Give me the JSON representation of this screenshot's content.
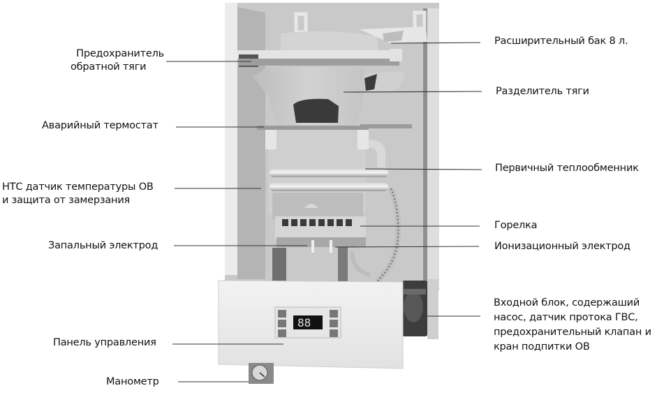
{
  "diagram": {
    "subject": "Gas boiler internal components (front view, cover removed)",
    "left_labels": [
      {
        "id": "draft-safety",
        "lines": [
          "Предохранитель",
          "обратной тяги"
        ]
      },
      {
        "id": "emergency-thermostat",
        "lines": [
          "Аварийный термостат"
        ]
      },
      {
        "id": "ntc-sensor",
        "lines": [
          "НТС датчик температуры ОВ",
          "и защита от замерзания"
        ]
      },
      {
        "id": "ignition-electrode",
        "lines": [
          "Запальный электрод"
        ]
      },
      {
        "id": "control-panel",
        "lines": [
          "Панель управления"
        ]
      },
      {
        "id": "manometer",
        "lines": [
          "Манометр"
        ]
      }
    ],
    "right_labels": [
      {
        "id": "expansion-tank",
        "lines": [
          "Расширительный бак 8 л."
        ]
      },
      {
        "id": "draft-diverter",
        "lines": [
          "Разделитель тяги"
        ]
      },
      {
        "id": "primary-heat-exchanger",
        "lines": [
          "Первичный теплообменник"
        ]
      },
      {
        "id": "burner",
        "lines": [
          "Горелка"
        ]
      },
      {
        "id": "ionization-electrode",
        "lines": [
          "Ионизационный электрод"
        ]
      },
      {
        "id": "inlet-block",
        "lines": [
          "Входной блок, содержаший",
          "насос, датчик протока ГВС,",
          "предохранительный клапан и",
          "кран подпитки ОВ"
        ]
      }
    ],
    "display_readout": "88"
  }
}
